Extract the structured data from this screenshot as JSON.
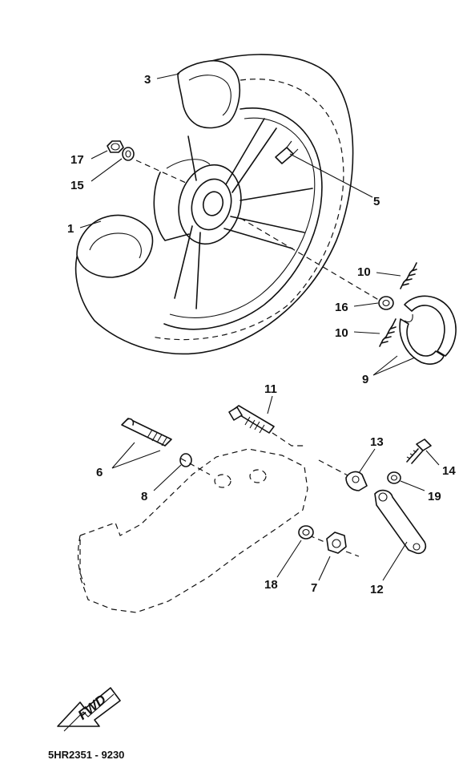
{
  "diagram": {
    "part_code": "5HR2351 - 9230",
    "direction_label": "FWD",
    "callouts": [
      "1",
      "3",
      "5",
      "6",
      "7",
      "8",
      "9",
      "10",
      "10",
      "11",
      "12",
      "13",
      "14",
      "15",
      "16",
      "17",
      "18",
      "19"
    ]
  }
}
